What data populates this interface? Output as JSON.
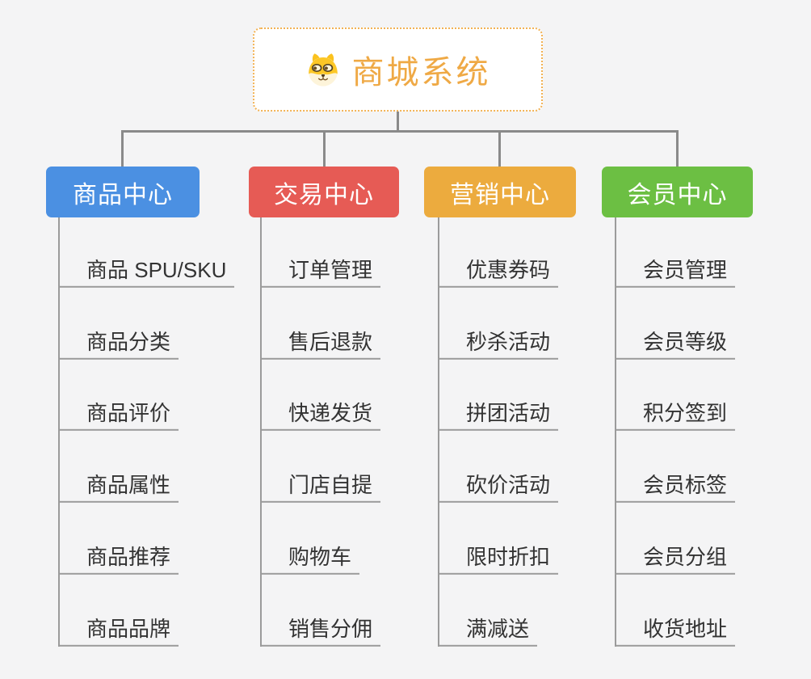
{
  "colors": {
    "page_bg": "#f4f4f5",
    "connector": "#8a8a8a",
    "leaf_line": "#9b9b9b",
    "leaf_text": "#333333",
    "node_text": "#ffffff",
    "root_accent": "#efa945",
    "root_border": "#f2b254",
    "root_bg": "#ffffff"
  },
  "root": {
    "title": "商城系统",
    "icon": "dog-face-icon"
  },
  "branches": [
    {
      "id": "product-center",
      "label": "商品中心",
      "color": "#4b90e2",
      "items": [
        "商品 SPU/SKU",
        "商品分类",
        "商品评价",
        "商品属性",
        "商品推荐",
        "商品品牌"
      ]
    },
    {
      "id": "trade-center",
      "label": "交易中心",
      "color": "#e65b55",
      "items": [
        "订单管理",
        "售后退款",
        "快递发货",
        "门店自提",
        "购物车",
        "销售分佣"
      ]
    },
    {
      "id": "marketing-center",
      "label": "营销中心",
      "color": "#ecab3e",
      "items": [
        "优惠券码",
        "秒杀活动",
        "拼团活动",
        "砍价活动",
        "限时折扣",
        "满减送"
      ]
    },
    {
      "id": "member-center",
      "label": "会员中心",
      "color": "#6cbf43",
      "items": [
        "会员管理",
        "会员等级",
        "积分签到",
        "会员标签",
        "会员分组",
        "收货地址"
      ]
    }
  ]
}
